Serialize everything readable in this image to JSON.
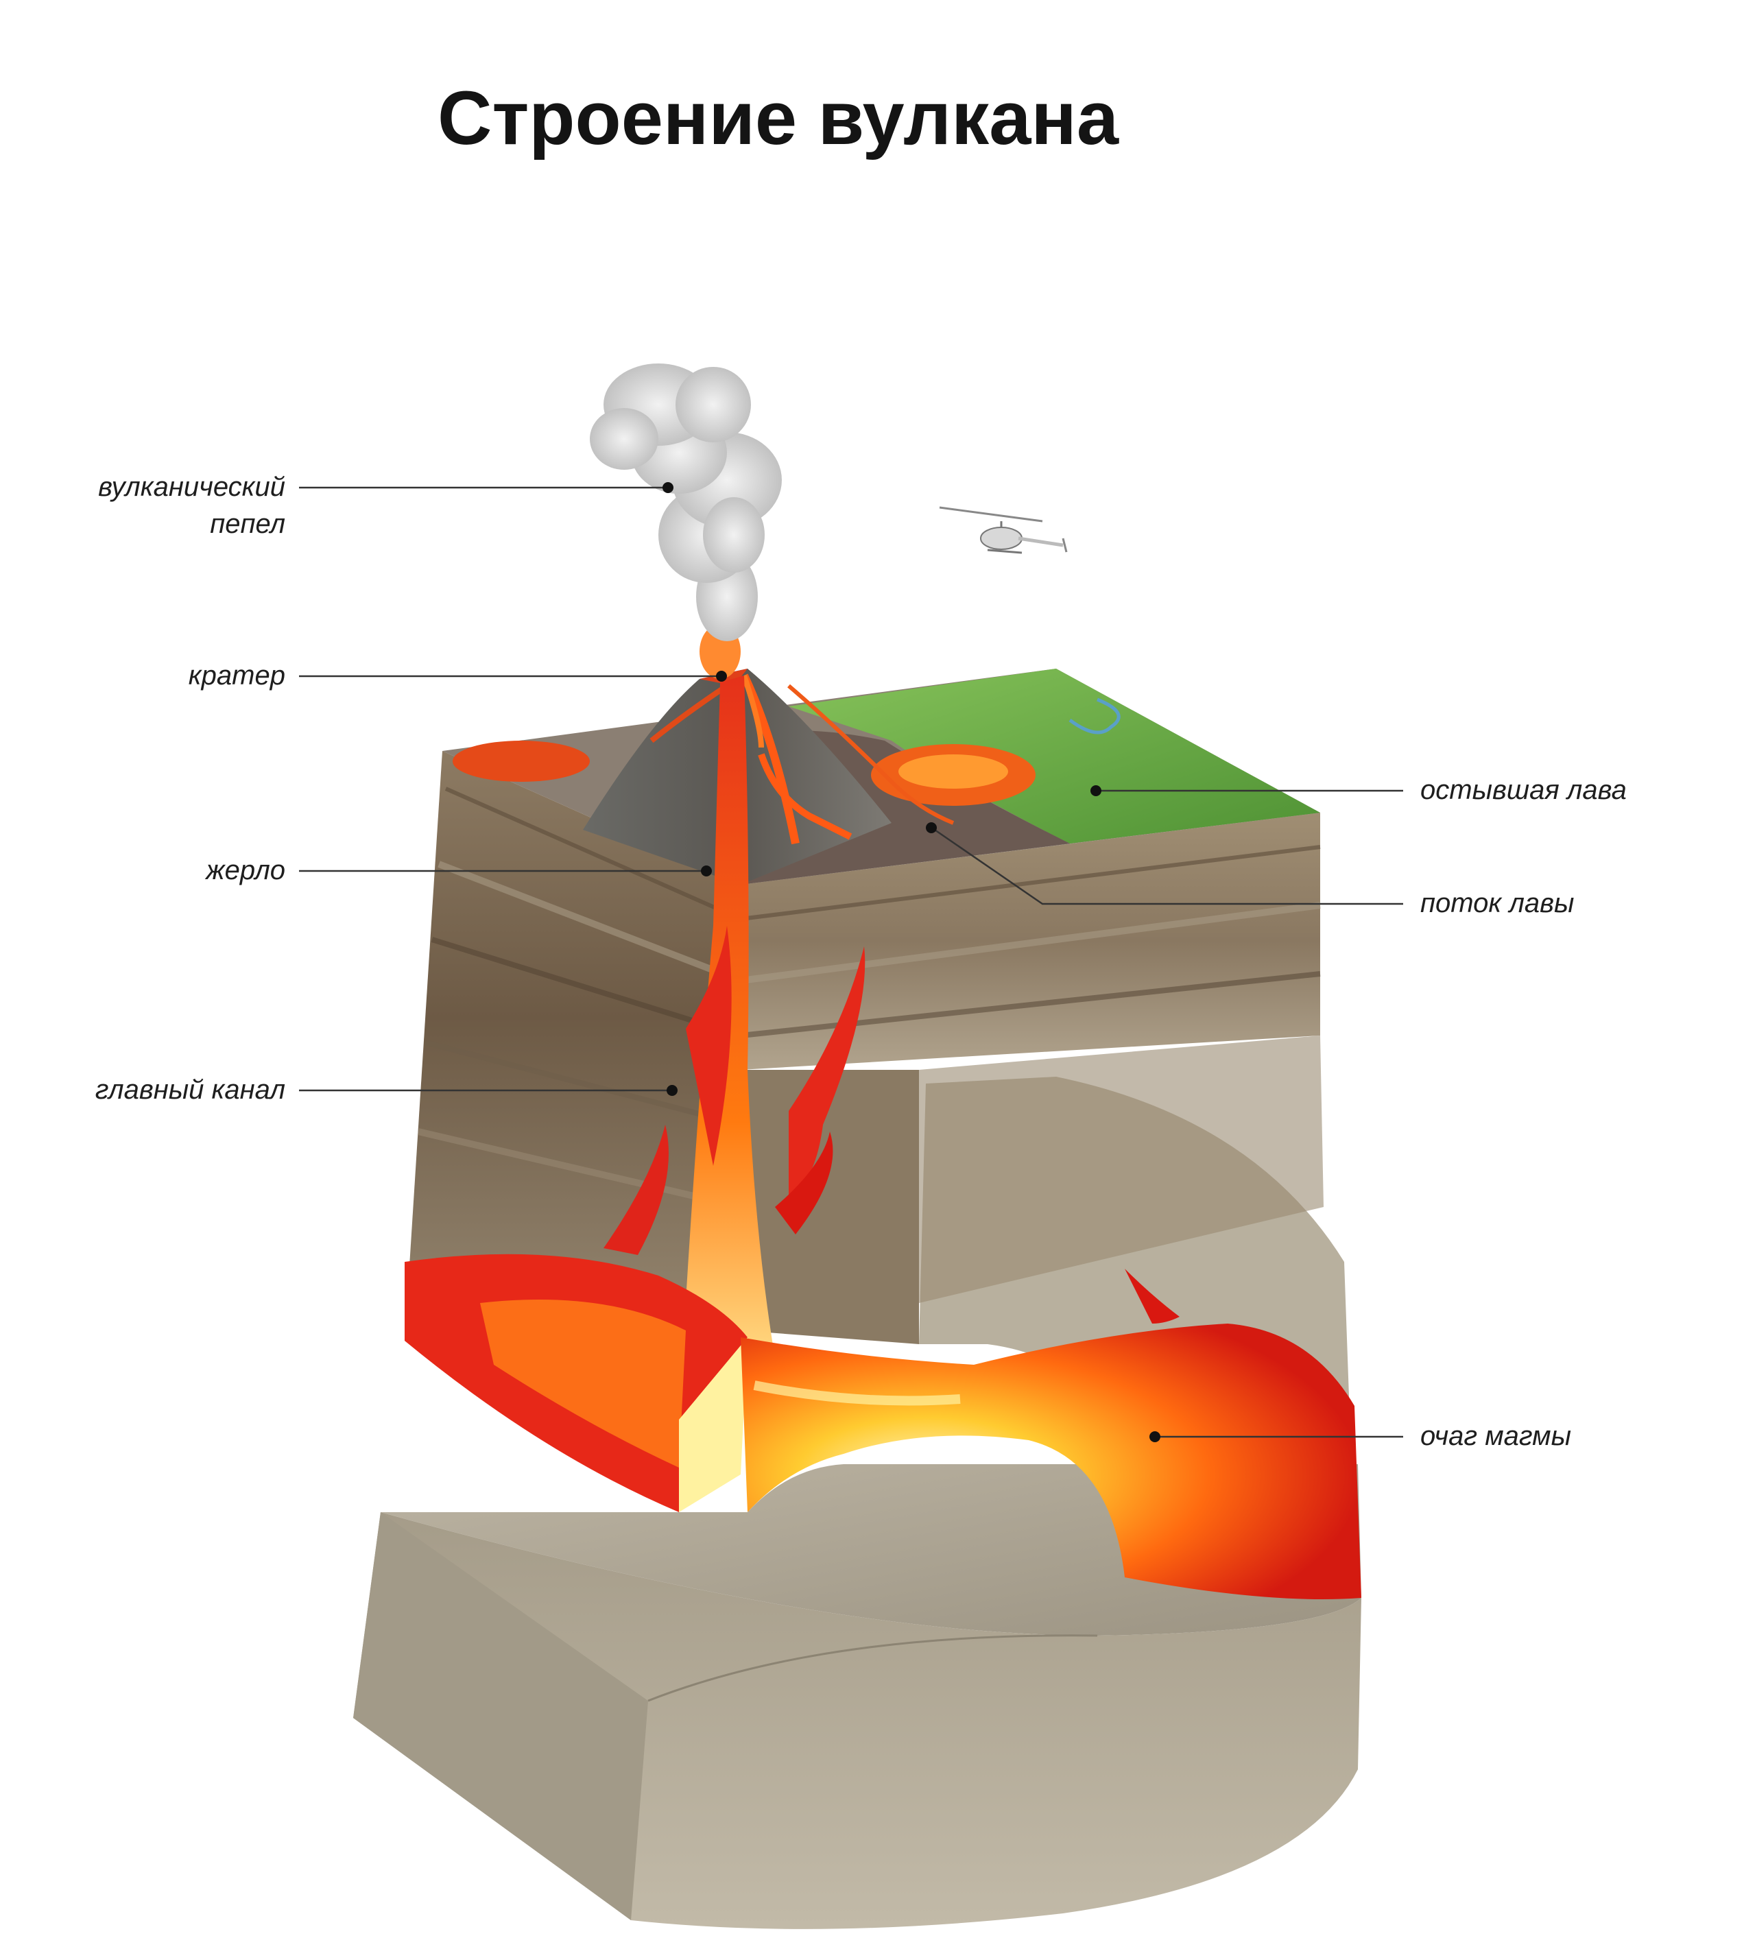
{
  "title": "Строение вулкана",
  "colors": {
    "magma_bright": "#fff3a8",
    "magma_mid": "#ffb20a",
    "magma_dark": "#d91810",
    "soil": "#7f6b55",
    "grass": "#6fae3e",
    "bedrock": "#b4ac9a",
    "ash": "#d8d8d8",
    "label_text": "#1e1e1e"
  },
  "labels": {
    "ash": [
      "вулканический",
      "пепел"
    ],
    "crater": "кратер",
    "vent": "жерло",
    "main_channel": "главный канал",
    "cooled_lava": "остывшая лава",
    "lava_flow": "поток лавы",
    "magma_chamber": "очаг магмы"
  },
  "icons": {
    "helicopter": "helicopter-icon",
    "smoke": "smoke-plume-icon",
    "volcano": "volcano-cone-icon"
  }
}
